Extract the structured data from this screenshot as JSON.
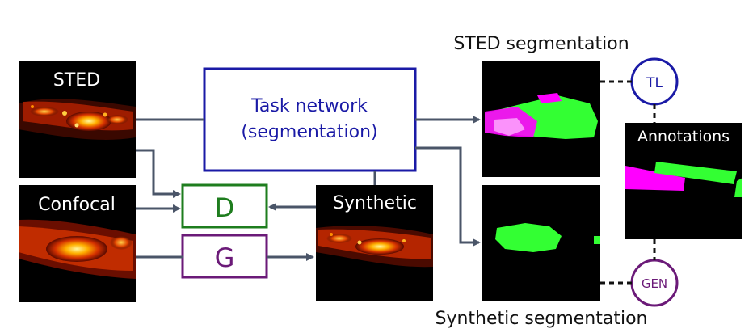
{
  "images": {
    "sted": "STED",
    "confocal": "Confocal",
    "synthetic": "Synthetic",
    "annotations": "Annotations"
  },
  "blocks": {
    "task_network_line1": "Task network",
    "task_network_line2": "(segmentation)",
    "discriminator": "D",
    "generator": "G"
  },
  "outputs": {
    "sted_segmentation": "STED segmentation",
    "synthetic_segmentation": "Synthetic segmentation"
  },
  "losses": {
    "tl": "TL",
    "gen": "GEN"
  },
  "colors": {
    "arrow": "#4a5568",
    "task_network": "#1a1aa6",
    "discriminator": "#1e7d1e",
    "generator": "#6b1a78",
    "seg_green": "#33ff33",
    "seg_magenta": "#ff00ff"
  }
}
